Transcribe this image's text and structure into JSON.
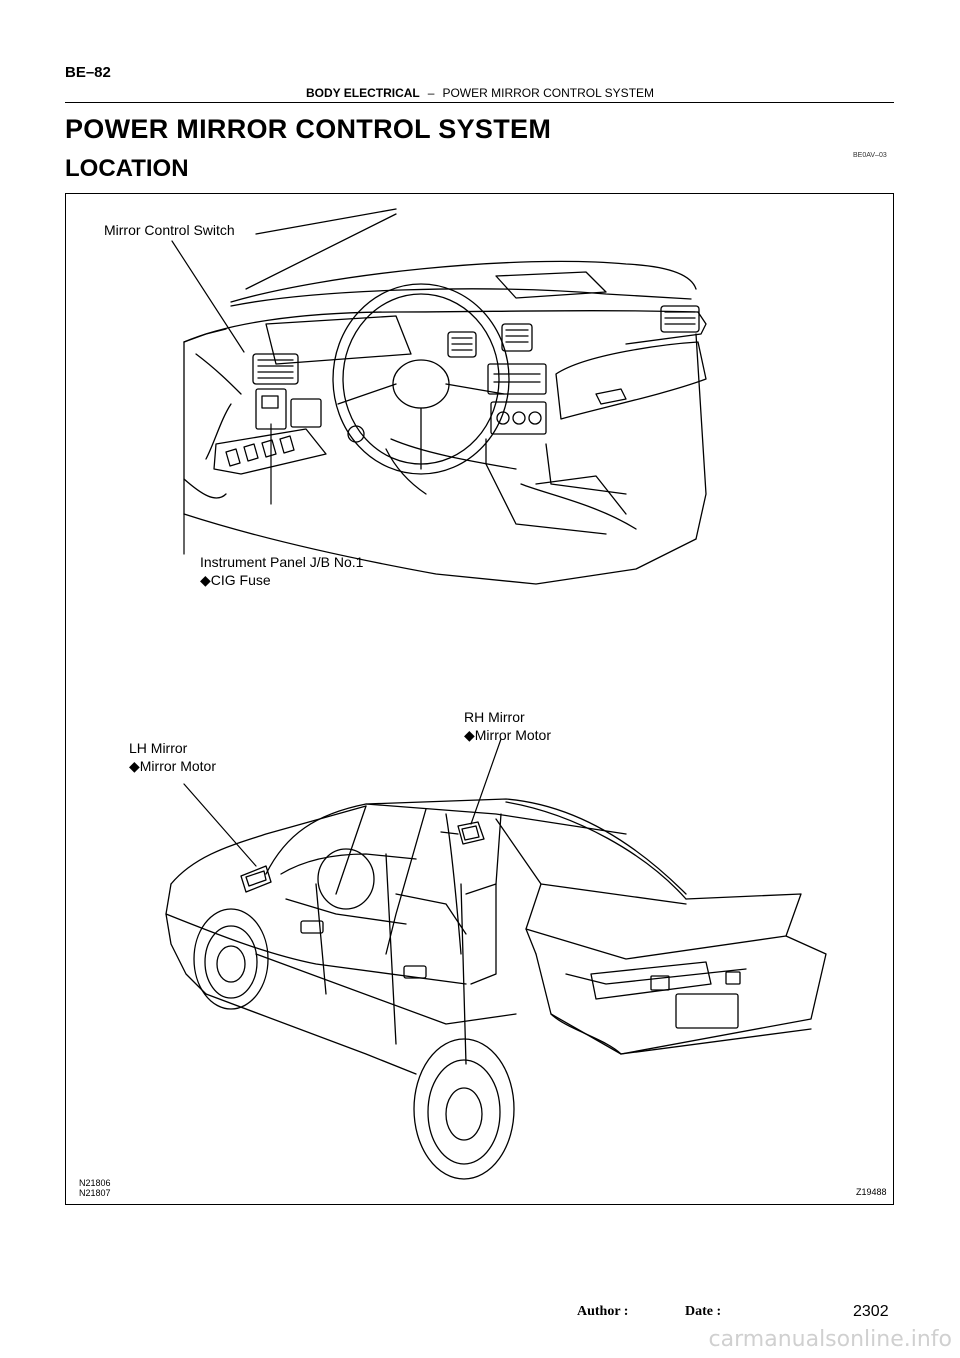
{
  "header": {
    "page_id": "BE–82",
    "section": "BODY ELECTRICAL",
    "separator": "–",
    "subsection": "POWER MIRROR CONTROL SYSTEM"
  },
  "title": "POWER MIRROR CONTROL SYSTEM",
  "subtitle": "LOCATION",
  "doc_code": "BE0AV–03",
  "figure": {
    "labels": {
      "mirror_switch": "Mirror Control Switch",
      "instrument_panel": "Instrument Panel J/B No.1",
      "cig_fuse": "◆CIG Fuse",
      "rh_mirror": "RH Mirror",
      "rh_motor": "◆Mirror Motor",
      "lh_mirror": "LH Mirror",
      "lh_motor": "◆Mirror Motor"
    },
    "code_1": "N21806",
    "code_2": "N21807",
    "figure_id": "Z19488"
  },
  "footer": {
    "author_label": "Author :",
    "date_label": "Date :",
    "page_number": "2302"
  },
  "watermark": "carmanualsonline.info"
}
